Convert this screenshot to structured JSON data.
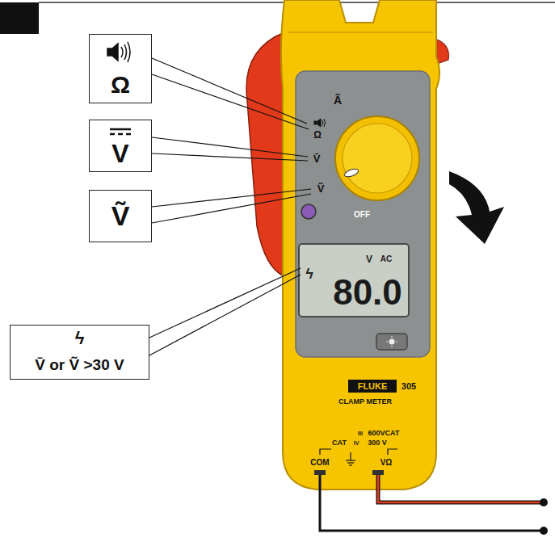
{
  "diagram": {
    "nodes": [
      {
        "text": [
          "Ω"
        ]
      },
      {
        "text": [
          "V"
        ]
      },
      {
        "text": [
          "Ṽ"
        ]
      },
      {
        "text": [
          "ϟ",
          "V̄ or Ṽ >30 V"
        ]
      }
    ],
    "labels": [
      "Ã",
      "Ω",
      "V̄",
      "Ṽ",
      "OFF",
      "ϟ",
      "V",
      "AC",
      "80.0",
      "FLUKE",
      "305",
      "CLAMP METER",
      "III",
      "600VCAT",
      "CAT",
      "IV",
      "300 V",
      "COM",
      "VΩ"
    ]
  }
}
